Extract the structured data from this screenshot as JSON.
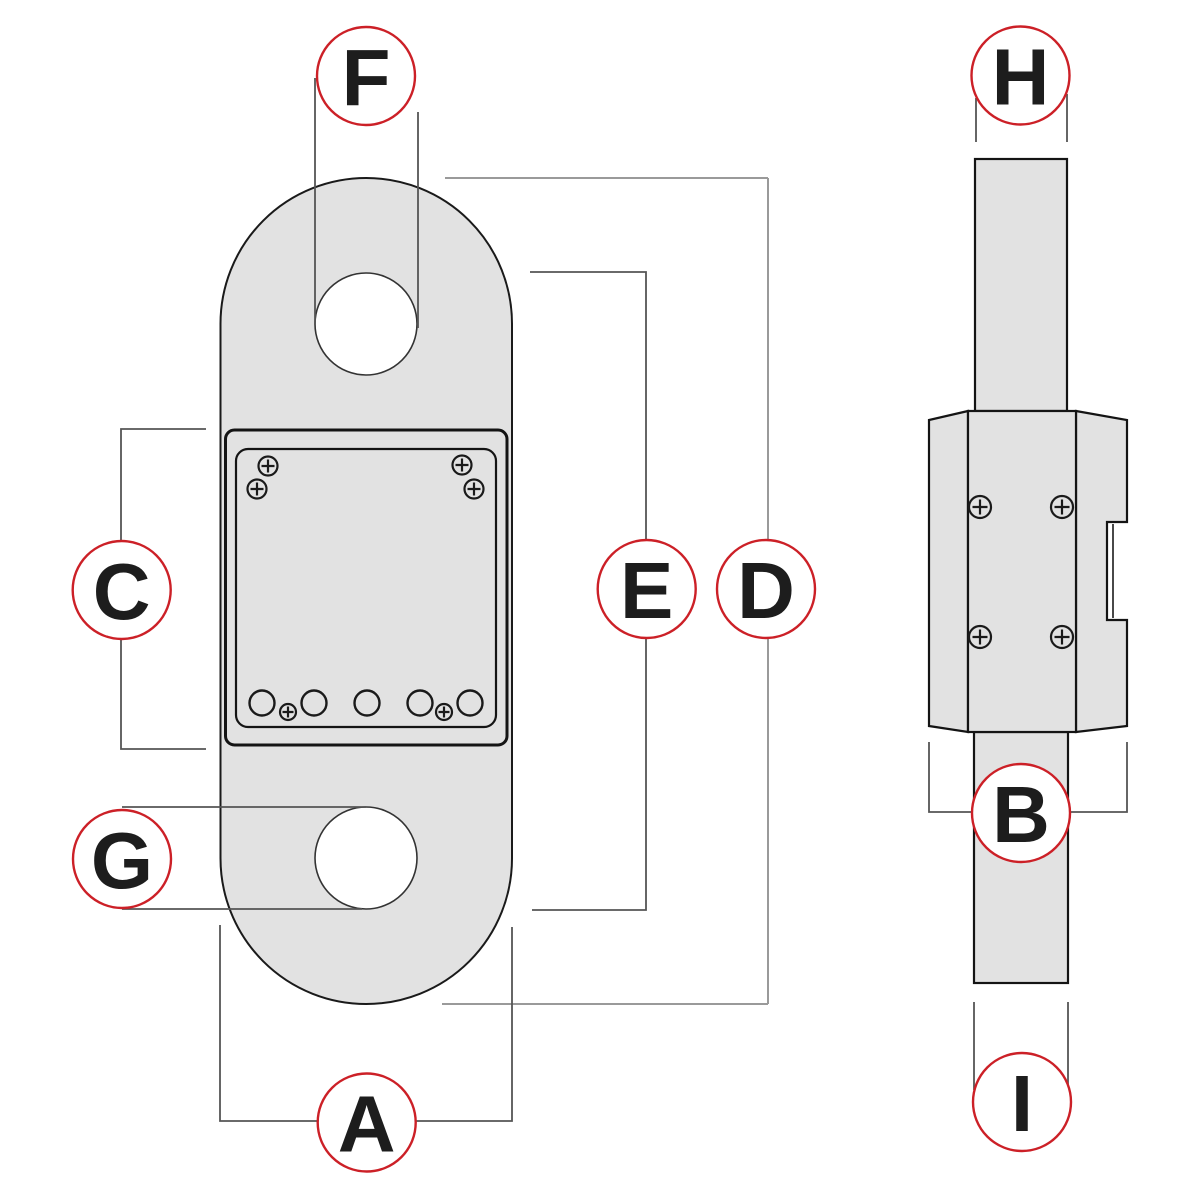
{
  "page": {
    "background": "#ffffff"
  },
  "drawing": {
    "type": "technical-dimension-drawing",
    "views": {
      "front": "front-view",
      "side": "side-view"
    },
    "dimension_labels": [
      "A",
      "B",
      "C",
      "D",
      "E",
      "F",
      "G",
      "H",
      "I"
    ],
    "labels": {
      "A": "A",
      "B": "B",
      "C": "C",
      "D": "D",
      "E": "E",
      "F": "F",
      "G": "G",
      "H": "H",
      "I": "I"
    },
    "colors": {
      "body_fill": "#e2e2e2",
      "outline": "#1a1a1a",
      "hole_outline": "#333333",
      "dim_line": "#555555",
      "dim_line_light": "#9a9a9a",
      "label_ring": "#cc2027",
      "label_text": "#1d1d1d"
    }
  }
}
